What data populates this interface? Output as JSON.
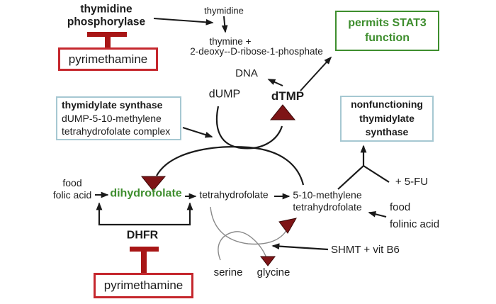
{
  "colors": {
    "inhibitor_box_border": "#c5272d",
    "inhibit_bar": "#a81616",
    "green_accent": "#3e8e2e",
    "enzyme_box_border": "#a6c8d2",
    "triangle_fill": "#7e1416",
    "line": "#1a1a1a",
    "thin_line": "#8a8a8a"
  },
  "nodes": {
    "enzyme_top": "thymidine\nphosphorylase",
    "inhibitor_top": "pyrimethamine",
    "thymidine": "thymidine",
    "product_line1": "thymine +",
    "product_line2": "2-deoxy--D-ribose-1-phosphate",
    "stat3": "permits STAT3\nfunction",
    "dna": "DNA",
    "dump": "dUMP",
    "dtmp": "dTMP",
    "ts_title": "thymidylate synthase",
    "ts_body": "dUMP-5-10-methylene\ntetrahydrofolate complex",
    "nonfunctioning": "nonfunctioning\nthymidylate\nsynthase",
    "fu": "+ 5-FU",
    "food_folic": "food\nfolic acid",
    "dihydrofolate": "dihydrofolate",
    "tetrahydrofolate": "tetrahydrofolate",
    "methylene_thf": "5-10-methylene\ntetrahydrofolate",
    "food_folinic": "food\nfolinic acid",
    "dhfr": "DHFR",
    "inhibitor_bottom": "pyrimethamine",
    "serine": "serine",
    "glycine": "glycine",
    "shmt": "SHMT + vit B6"
  }
}
